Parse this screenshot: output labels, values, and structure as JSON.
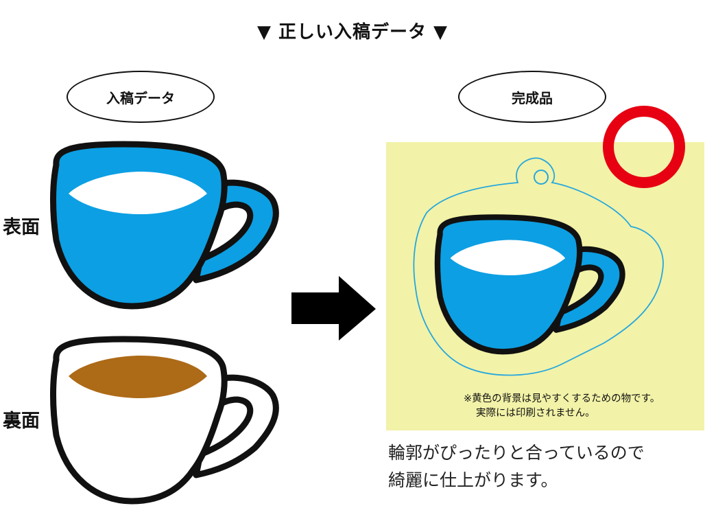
{
  "title": "▼ 正しい入稿データ ▼",
  "left_header": "入稿データ",
  "right_header": "完成品",
  "label_front": "表面",
  "label_back": "裏面",
  "note": {
    "line1": "※黄色の背景は見やすくするための物です。",
    "line2": "実際には印刷されません。"
  },
  "caption": {
    "line1": "輪郭がぴったりと合っているので",
    "line2": "綺麗に仕上がります。"
  },
  "colors": {
    "cup_blue": "#0c9fe3",
    "coffee_brown": "#ad6a17",
    "yellow_bg": "#f2f2a8",
    "cut_line": "#24a7df",
    "ok_mark_red": "#e60012",
    "outline": "#111111"
  },
  "icons": [
    "cup-front-icon",
    "cup-back-icon",
    "arrow-right-icon",
    "ok-circle-icon",
    "finished-keychain-icon"
  ]
}
